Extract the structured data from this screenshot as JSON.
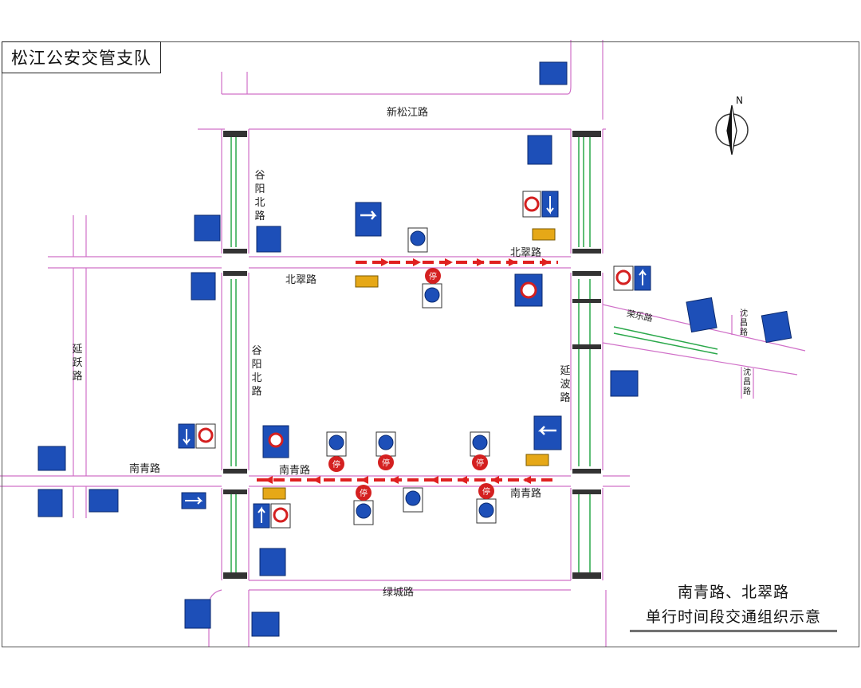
{
  "agency": "松江公安交管支队",
  "roads": {
    "xinsongjiang": "新松江路",
    "gujie_north": "谷阳北路",
    "beicui_east": "北翠路",
    "beicui_west": "北翠路",
    "nanqing_west": "南青路",
    "nanqing_mid": "南青路",
    "nanqing_east": "南青路",
    "yanyue": "延跃路",
    "yanbo": "延波路",
    "xuecheng": "绿城路",
    "chenchang": "荣乐路",
    "huangchang_top": "沈昌路",
    "huangchang_bottom": "沈昌路"
  },
  "sign_text": {
    "stop": "停"
  },
  "caption": {
    "line1": "南青路、北翠路",
    "line2": "单行时间段交通组织示意"
  },
  "north_label": "N",
  "colors": {
    "road_edge": "#d070c8",
    "median": "#2aa84a",
    "sign_blue": "#1d4fb8",
    "sign_yellow": "#e6a817",
    "one_way_arrow": "#e02020",
    "stop_red": "#d42020"
  },
  "one_way": [
    {
      "road": "北翠路",
      "direction": "east"
    },
    {
      "road": "南青路",
      "direction": "west"
    }
  ]
}
